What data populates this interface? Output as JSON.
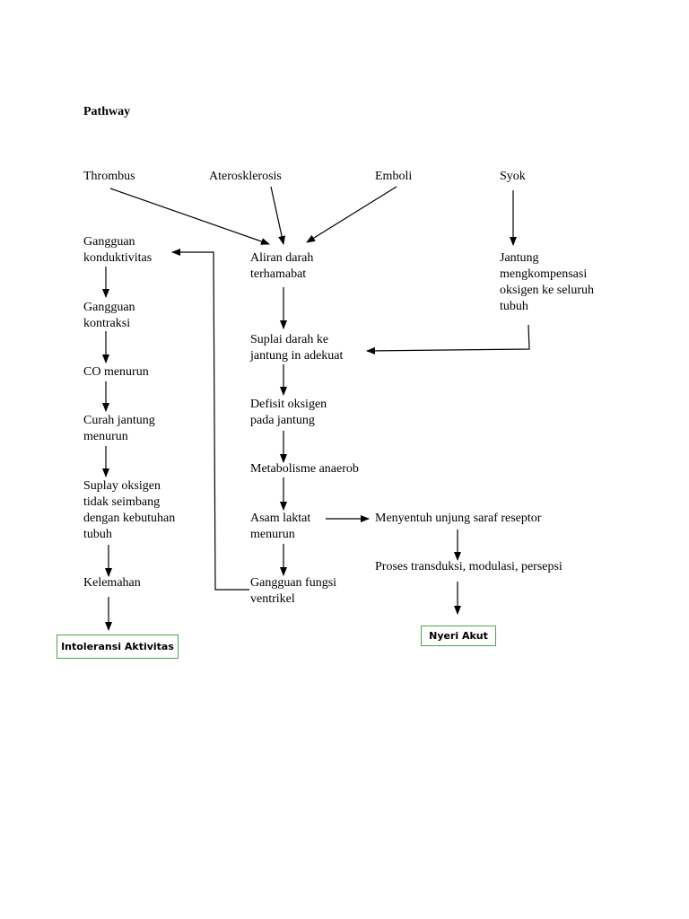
{
  "title": "Pathway",
  "causes": {
    "thrombus": "Thrombus",
    "aterosklerosis": "Aterosklerosis",
    "emboli": "Emboli",
    "syok": "Syok"
  },
  "center": {
    "aliran": "Aliran darah\nterhamabat",
    "suplai": "Suplai darah ke\njantung in adekuat",
    "defisit": "Defisit oksigen\npada jantung",
    "metabolisme": "Metabolisme anaerob",
    "asam": "Asam laktat\nmenurun",
    "gangguan_fungsi": "Gangguan fungsi\nventrikel"
  },
  "left": {
    "konduktivitas": "Gangguan\nkonduktivitas",
    "kontraksi": "Gangguan\nkontraksi",
    "co": "CO menurun",
    "curah": "Curah jantung\nmenurun",
    "suplay": "Suplay oksigen\ntidak seimbang\ndengan kebutuhan\ntubuh",
    "kelemahan": "Kelemahan"
  },
  "right": {
    "jantung": "Jantung\nmengkompensasi\noksigen ke seluruh\ntubuh",
    "menyentuh": "Menyentuh unjung saraf reseptor",
    "proses": "Proses transduksi, modulasi, persepsi"
  },
  "outcomes": {
    "intoleransi": "Intoleransi Aktivitas",
    "nyeri": "Nyeri Akut"
  },
  "colors": {
    "box_border": "#4ea64e",
    "line": "#000000"
  }
}
